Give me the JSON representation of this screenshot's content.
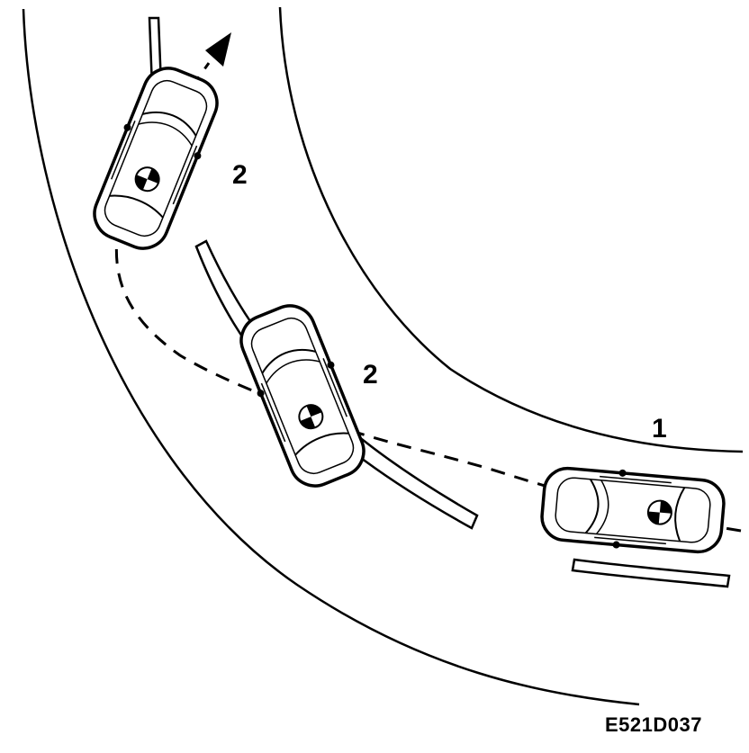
{
  "callouts": {
    "car_initial": "1",
    "car_middle": "2",
    "car_exit": "2"
  },
  "figure_id": "E521D037",
  "colors": {
    "ink": "#000000",
    "background": "#ffffff"
  }
}
